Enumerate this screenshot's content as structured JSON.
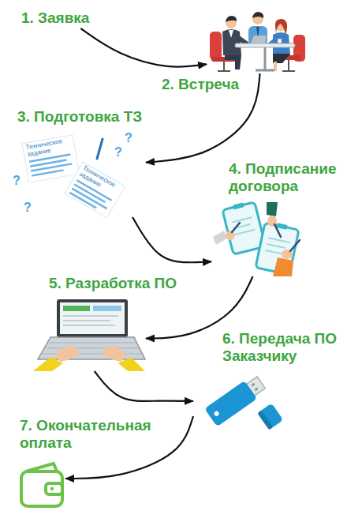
{
  "diagram": {
    "nodes": [
      {
        "text": [
          "1. Заявка"
        ]
      },
      {
        "text": [
          "2. Встреча"
        ]
      },
      {
        "text": [
          "3. Подготовка ТЗ"
        ]
      },
      {
        "text": [
          "4. Подписание договора"
        ]
      },
      {
        "text": [
          "5. Разработка ПО"
        ]
      },
      {
        "text": [
          "6. Передача ПО Заказчику"
        ]
      },
      {
        "text": [
          "7. Окончательная оплата"
        ]
      }
    ],
    "edges": [
      {
        "from": 0,
        "to": 1,
        "arrow": "to"
      },
      {
        "from": 1,
        "to": 2,
        "arrow": "to"
      },
      {
        "from": 2,
        "to": 3,
        "arrow": "to"
      },
      {
        "from": 3,
        "to": 4,
        "arrow": "to"
      },
      {
        "from": 4,
        "to": 5,
        "arrow": "to"
      },
      {
        "from": 5,
        "to": 6,
        "arrow": "to"
      }
    ],
    "labels": [
      "Техническое задание",
      "Техническое задание",
      "?",
      "?",
      "?",
      "?"
    ]
  }
}
